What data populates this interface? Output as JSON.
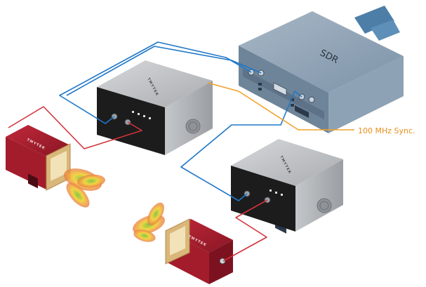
{
  "sdr": {
    "label": "SDR"
  },
  "converters": {
    "brand": "TMYTEK"
  },
  "antennas": {
    "brand": "TMYTEK"
  },
  "sync": {
    "label": "100 MHz Sync."
  },
  "colors": {
    "if_cable": "#1f78c8",
    "rf_cable": "#d1323c",
    "sync_cable": "#f2a12b",
    "sdr_body": "#8ea3b6",
    "converter_body": "#b5b8bc",
    "antenna_body": "#a81d2a",
    "beam": "#e8643c"
  }
}
